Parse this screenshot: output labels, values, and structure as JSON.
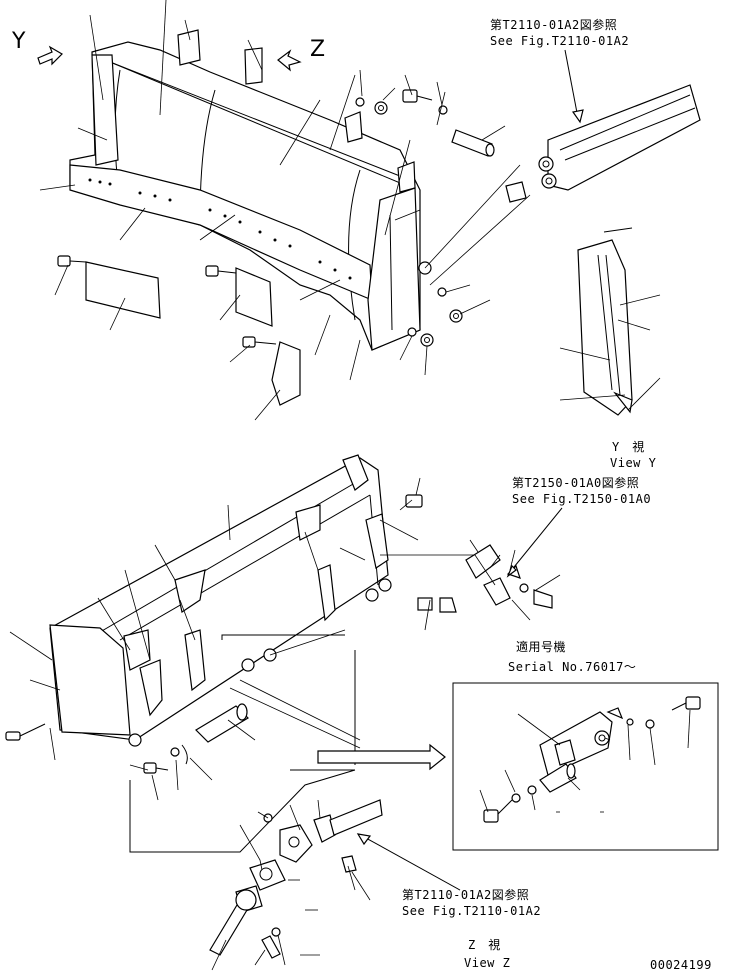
{
  "view_letters": {
    "y": "Y",
    "z": "Z"
  },
  "top_ref": {
    "ja": "第T2110-01A2図参照",
    "en": "See Fig.T2110-01A2"
  },
  "view_y": {
    "ja": "Y　視",
    "en": "View Y"
  },
  "mid_ref": {
    "ja": "第T2150-01A0図参照",
    "en": "See Fig.T2150-01A0"
  },
  "serial": {
    "ja": "適用号機",
    "en": "Serial No.76017〜"
  },
  "bottom_ref": {
    "ja": "第T2110-01A2図参照",
    "en": "See Fig.T2110-01A2"
  },
  "view_z": {
    "ja": "Z　視",
    "en": "View Z"
  },
  "drawing_number": "00024199"
}
